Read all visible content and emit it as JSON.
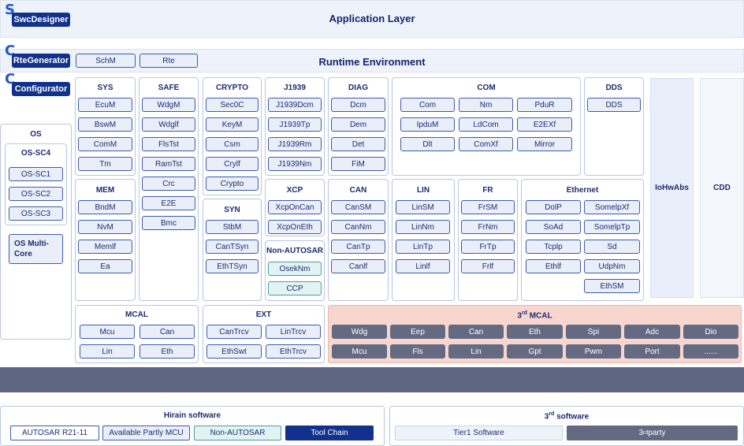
{
  "tools": {
    "swc": "SwcDesigner",
    "rte": "RteGenerator",
    "cfg": "Configurator"
  },
  "layers": {
    "application": "Application Layer",
    "runtime": "Runtime Environment"
  },
  "rte_modules": [
    "SchM",
    "Rte"
  ],
  "groups": {
    "os": {
      "title": "OS",
      "sc4": "OS-SC4",
      "items": [
        "OS-SC1",
        "OS-SC2",
        "OS-SC3"
      ],
      "multicore": "OS Multi-Core"
    },
    "sys": {
      "title": "SYS",
      "items": [
        "EcuM",
        "BswM",
        "ComM",
        "Tm"
      ]
    },
    "safe": {
      "title": "SAFE",
      "items": [
        "WdgM",
        "Wdglf",
        "FlsTst",
        "RamTst",
        "Crc",
        "E2E",
        "Bmc"
      ]
    },
    "crypto": {
      "title": "CRYPTO",
      "items": [
        "Sec0C",
        "KeyM",
        "Csm",
        "Crylf",
        "Crypto"
      ]
    },
    "j1939": {
      "title": "J1939",
      "items": [
        "J1939Dcm",
        "J1939Tp",
        "J1939Rm",
        "J1939Nm"
      ]
    },
    "diag": {
      "title": "DIAG",
      "items": [
        "Dcm",
        "Dem",
        "Det",
        "FiM"
      ]
    },
    "com": {
      "title": "COM",
      "items": [
        "Com",
        "Nm",
        "PduR",
        "IpduM",
        "LdCom",
        "E2EXf",
        "Dlt",
        "ComXf",
        "Mirror"
      ]
    },
    "dds": {
      "title": "DDS",
      "items": [
        "DDS"
      ]
    },
    "mem": {
      "title": "MEM",
      "items": [
        "BndM",
        "NvM",
        "Memlf",
        "Ea"
      ]
    },
    "syn": {
      "title": "SYN",
      "items": [
        "StbM",
        "CanTSyn",
        "EthTSyn"
      ]
    },
    "xcp": {
      "title": "XCP",
      "items": [
        "XcpOnCan",
        "XcpOnEth"
      ]
    },
    "nonautosar": {
      "title": "Non-AUTOSAR",
      "items": [
        "OsekNm",
        "CCP"
      ]
    },
    "can": {
      "title": "CAN",
      "items": [
        "CanSM",
        "CanNm",
        "CanTp",
        "Canlf"
      ]
    },
    "lin": {
      "title": "LIN",
      "items": [
        "LinSM",
        "LinNm",
        "LinTp",
        "Linlf"
      ]
    },
    "fr": {
      "title": "FR",
      "items": [
        "FrSM",
        "FrNm",
        "FrTp",
        "Frlf"
      ]
    },
    "ethernet": {
      "title": "Ethernet",
      "items": [
        "DolP",
        "SomelpXf",
        "SoAd",
        "SomelpTp",
        "Tcplp",
        "Sd",
        "Ethlf",
        "UdpNm",
        "EthSM"
      ]
    },
    "mcal": {
      "title": "MCAL",
      "items": [
        "Mcu",
        "Can",
        "Lin",
        "Eth"
      ]
    },
    "ext": {
      "title": "EXT",
      "items": [
        "CanTrcv",
        "LinTrcv",
        "EthSwt",
        "EthTrcv"
      ]
    },
    "mcal3": {
      "title_prefix": "3",
      "title_sup": "rd",
      "title_suffix": " MCAL",
      "items": [
        "Wdg",
        "Eep",
        "Can",
        "Eth",
        "Spi",
        "Adc",
        "Dio",
        "Mcu",
        "Fls",
        "Lin",
        "Gpt",
        "Pwm",
        "Port",
        "......"
      ]
    }
  },
  "columns": {
    "iohwabs": "IoHwAbs",
    "cdd": "CDD"
  },
  "legend": {
    "hirain_title": "Hirain software",
    "hirain_items": [
      "AUTOSAR R21-11",
      "Available Partly MCU",
      "Non-AUTOSAR",
      "Tool Chain"
    ],
    "third_title_prefix": "3",
    "third_title_sup": "rd",
    "third_title_suffix": " software",
    "tier1": "Tier1 Software",
    "third_party_prefix": "3",
    "third_party_sup": "rd",
    "third_party_suffix": " party"
  },
  "colors": {
    "tool": "#12318d",
    "hw_bar": "#5e6580",
    "mcal3_bg": "#f6d6cf",
    "non_autosar": "#e1f4f3"
  }
}
